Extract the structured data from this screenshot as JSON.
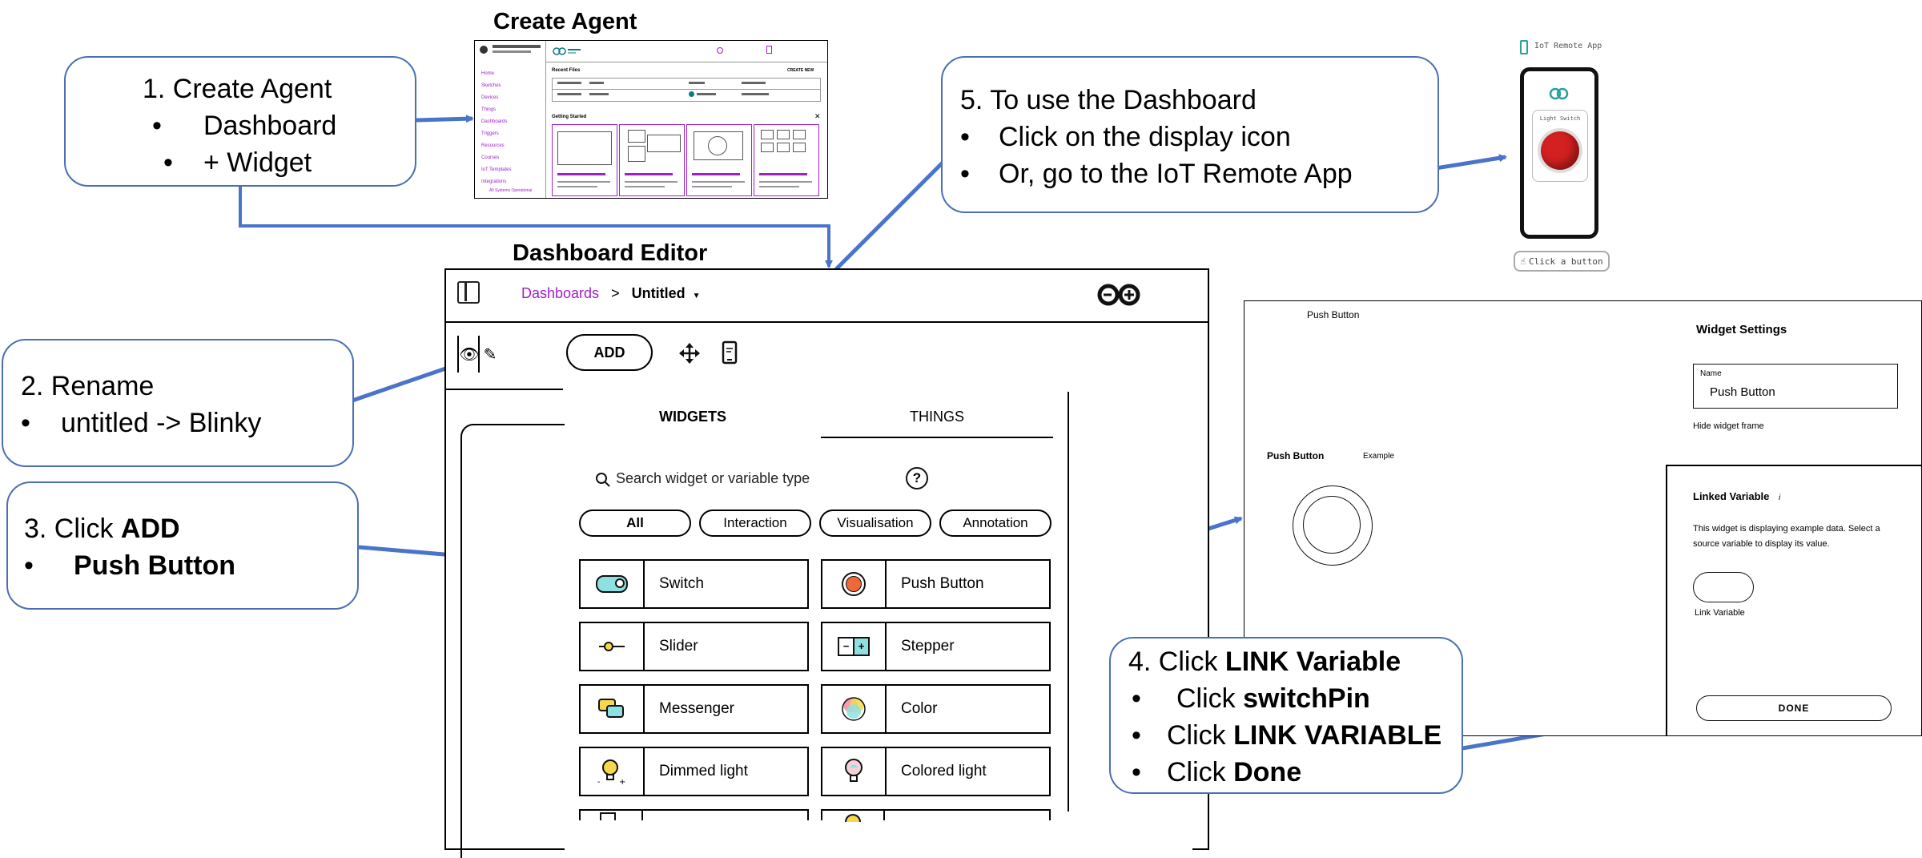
{
  "headings": {
    "create_agent": "Create Agent",
    "dashboard_editor": "Dashboard Editor"
  },
  "callouts": {
    "c1": {
      "title": "1. Create Agent",
      "items": [
        "Dashboard",
        "+ Widget"
      ]
    },
    "c2": {
      "title": "2. Rename",
      "item": "untitled -> Blinky"
    },
    "c3": {
      "title_prefix": "3. Click ",
      "title_bold": "ADD",
      "item_bold": "Push Button"
    },
    "c4": {
      "title_prefix": "4. Click ",
      "title_bold": "LINK Variable",
      "items": [
        {
          "prefix": "Click ",
          "bold": "switchPin"
        },
        {
          "prefix": "Click ",
          "bold": "LINK VARIABLE"
        },
        {
          "prefix": "Click ",
          "bold": "Done"
        }
      ]
    },
    "c5": {
      "title": "5. To use the Dashboard",
      "items": [
        "Click on the display icon",
        "Or, go to the IoT Remote App"
      ]
    }
  },
  "editor": {
    "breadcrumb_link": "Dashboards",
    "breadcrumb_sep": ">",
    "dashboard_name": "Untitled",
    "add_button": "ADD",
    "tabs": {
      "widgets": "WIDGETS",
      "things": "THINGS"
    },
    "search_placeholder": "Search widget or variable type",
    "filters": [
      "All",
      "Interaction",
      "Visualisation",
      "Annotation"
    ],
    "widgets": [
      {
        "label": "Switch",
        "icon": "switch-icon"
      },
      {
        "label": "Push Button",
        "icon": "push-button-icon"
      },
      {
        "label": "Slider",
        "icon": "slider-icon"
      },
      {
        "label": "Stepper",
        "icon": "stepper-icon"
      },
      {
        "label": "Messenger",
        "icon": "messenger-icon"
      },
      {
        "label": "Color",
        "icon": "color-icon"
      },
      {
        "label": "Dimmed light",
        "icon": "dimmed-light-icon"
      },
      {
        "label": "Colored light",
        "icon": "colored-light-icon"
      }
    ]
  },
  "settings_panel": {
    "top_label": "Push Button",
    "widget_title": "Push Button",
    "widget_example": "Example",
    "settings_title": "Widget Settings",
    "name_label": "Name",
    "name_value": "Push Button",
    "hide_frame": "Hide widget frame",
    "linked_variable_title": "Linked Variable",
    "linked_variable_info": "i",
    "linked_variable_desc_1": "This widget is displaying example data. Select a",
    "linked_variable_desc_2": "source variable to display its value.",
    "link_variable_label": "Link Variable",
    "done_button": "DONE"
  },
  "iot_app": {
    "title": "IoT Remote App",
    "widget_label": "Light Switch",
    "hint": "Click a button"
  },
  "create_agent_thumb": {
    "sidebar_items": [
      "Home",
      "Sketches",
      "Devices",
      "Things",
      "Dashboards",
      "Triggers",
      "Resources",
      "Courses",
      "IoT Templates",
      "Integrations"
    ],
    "section_recent": "Recent Files",
    "section_getting_started": "Getting Started",
    "create_new": "CREATE NEW",
    "footer": "All Systems Operational"
  },
  "colors": {
    "callout_border": "#4a6fb5",
    "arrow": "#4a74c9",
    "link_purple": "#a020c8",
    "button_red": "#d32020",
    "widget_teal": "#8fe0e0"
  }
}
